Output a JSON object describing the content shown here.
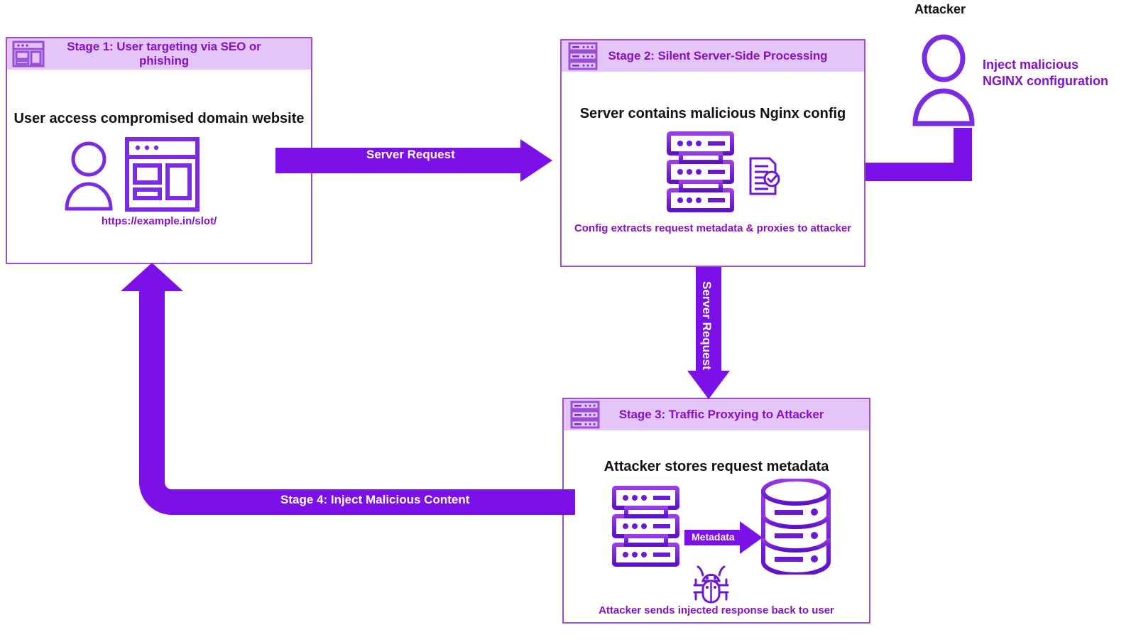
{
  "diagram": {
    "title_hidden": "",
    "accent_purple": "#8510c8",
    "arrow_purple": "#7b10e8",
    "header_band": "#e3c6f7",
    "box_border": "#a04ecb",
    "icon_purple": "#7b2ce0",
    "text_black": "#111111",
    "text_white": "#ffffff"
  },
  "attacker": {
    "label": "Attacker",
    "icon": "person-icon",
    "action_line1": "Inject malicious",
    "action_line2": "NGINX configuration"
  },
  "stages": [
    {
      "id": "stage-1",
      "header_icon": "browser-window-icon",
      "header": "Stage 1: User targeting via SEO or phishing",
      "main_title": "User access compromised domain website",
      "icons": [
        "person-icon",
        "browser-window-icon"
      ],
      "url": "https://example.in/slot/"
    },
    {
      "id": "stage-2",
      "header_icon": "server-rack-icon",
      "header": "Stage 2: Silent Server-Side Processing",
      "main_title": "Server contains malicious Nginx config",
      "icons": [
        "server-stack-icon",
        "document-check-icon"
      ],
      "caption": "Config extracts request metadata & proxies to attacker"
    },
    {
      "id": "stage-3",
      "header_icon": "server-rack-icon",
      "header": "Stage 3: Traffic Proxying to Attacker",
      "main_title": "Attacker stores request metadata",
      "icons": [
        "server-stack-icon",
        "database-icon",
        "bug-icon"
      ],
      "inner_arrow_label": "Metadata",
      "caption": "Attacker sends injected response back to user"
    }
  ],
  "arrows": [
    {
      "id": "arrow-server-request-h",
      "label": "Server Request",
      "from": "stage-1",
      "to": "stage-2",
      "direction": "right"
    },
    {
      "id": "arrow-server-request-v",
      "label": "Server Request",
      "from": "stage-2",
      "to": "stage-3",
      "direction": "down"
    },
    {
      "id": "arrow-stage-4",
      "label": "Stage 4: Inject Malicious Content",
      "from": "stage-3",
      "to": "stage-1",
      "direction": "left-up"
    },
    {
      "id": "arrow-inject-config",
      "label": "",
      "from": "attacker",
      "to": "stage-2",
      "direction": "left"
    },
    {
      "id": "arrow-metadata",
      "label": "Metadata",
      "from": "server",
      "to": "database",
      "direction": "right"
    }
  ]
}
